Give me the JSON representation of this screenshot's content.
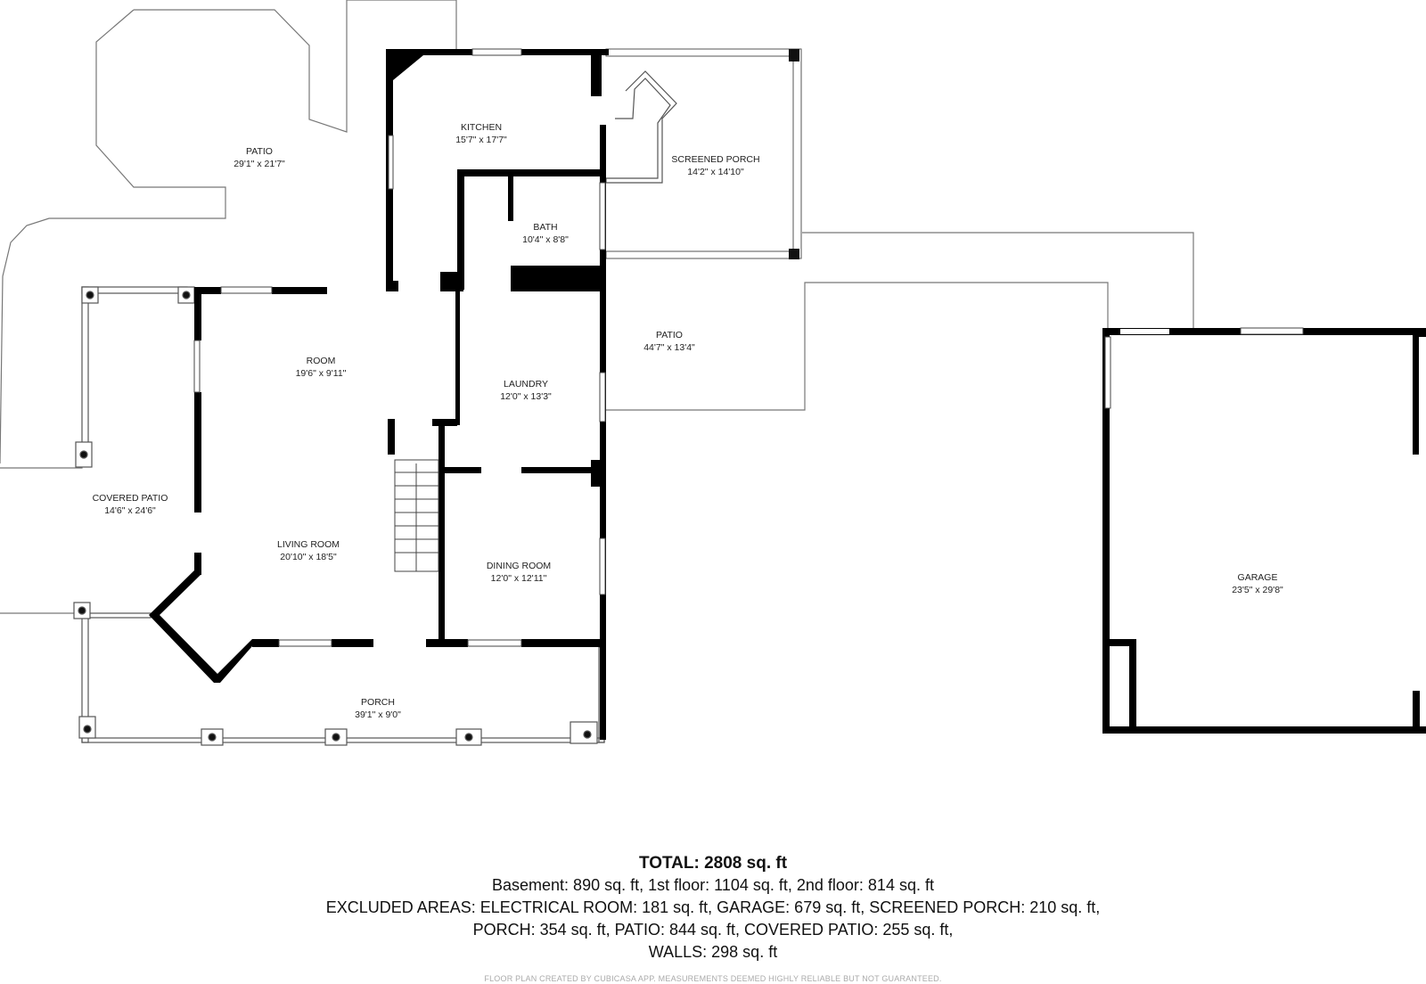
{
  "rooms": {
    "patio_nw": {
      "name": "PATIO",
      "dims": "29'1\" x 21'7\""
    },
    "kitchen": {
      "name": "KITCHEN",
      "dims": "15'7\" x 17'7\""
    },
    "screened_porch": {
      "name": "SCREENED PORCH",
      "dims": "14'2\" x 14'10\""
    },
    "bath": {
      "name": "BATH",
      "dims": "10'4\" x 8'8\""
    },
    "room": {
      "name": "ROOM",
      "dims": "19'6\" x 9'11\""
    },
    "laundry": {
      "name": "LAUNDRY",
      "dims": "12'0\" x 13'3\""
    },
    "patio_e": {
      "name": "PATIO",
      "dims": "44'7\" x 13'4\""
    },
    "covered_patio": {
      "name": "COVERED PATIO",
      "dims": "14'6\" x 24'6\""
    },
    "living_room": {
      "name": "LIVING ROOM",
      "dims": "20'10\" x 18'5\""
    },
    "dining_room": {
      "name": "DINING ROOM",
      "dims": "12'0\" x 12'11\""
    },
    "garage": {
      "name": "GARAGE",
      "dims": "23'5\" x 29'8\""
    },
    "porch": {
      "name": "PORCH",
      "dims": "39'1\" x 9'0\""
    }
  },
  "summary": {
    "total": "TOTAL: 2808 sq. ft",
    "floors": "Basement: 890 sq. ft, 1st floor: 1104 sq. ft, 2nd floor: 814 sq. ft",
    "excluded_1": "EXCLUDED AREAS: ELECTRICAL ROOM: 181 sq. ft, GARAGE: 679 sq. ft, SCREENED PORCH: 210 sq. ft,",
    "excluded_2": "PORCH: 354 sq. ft, PATIO: 844 sq. ft, COVERED PATIO: 255 sq. ft,",
    "excluded_3": "WALLS: 298 sq. ft",
    "disclaimer": "FLOOR PLAN CREATED BY CUBICASA APP. MEASUREMENTS DEEMED HIGHLY RELIABLE BUT NOT GUARANTEED."
  }
}
